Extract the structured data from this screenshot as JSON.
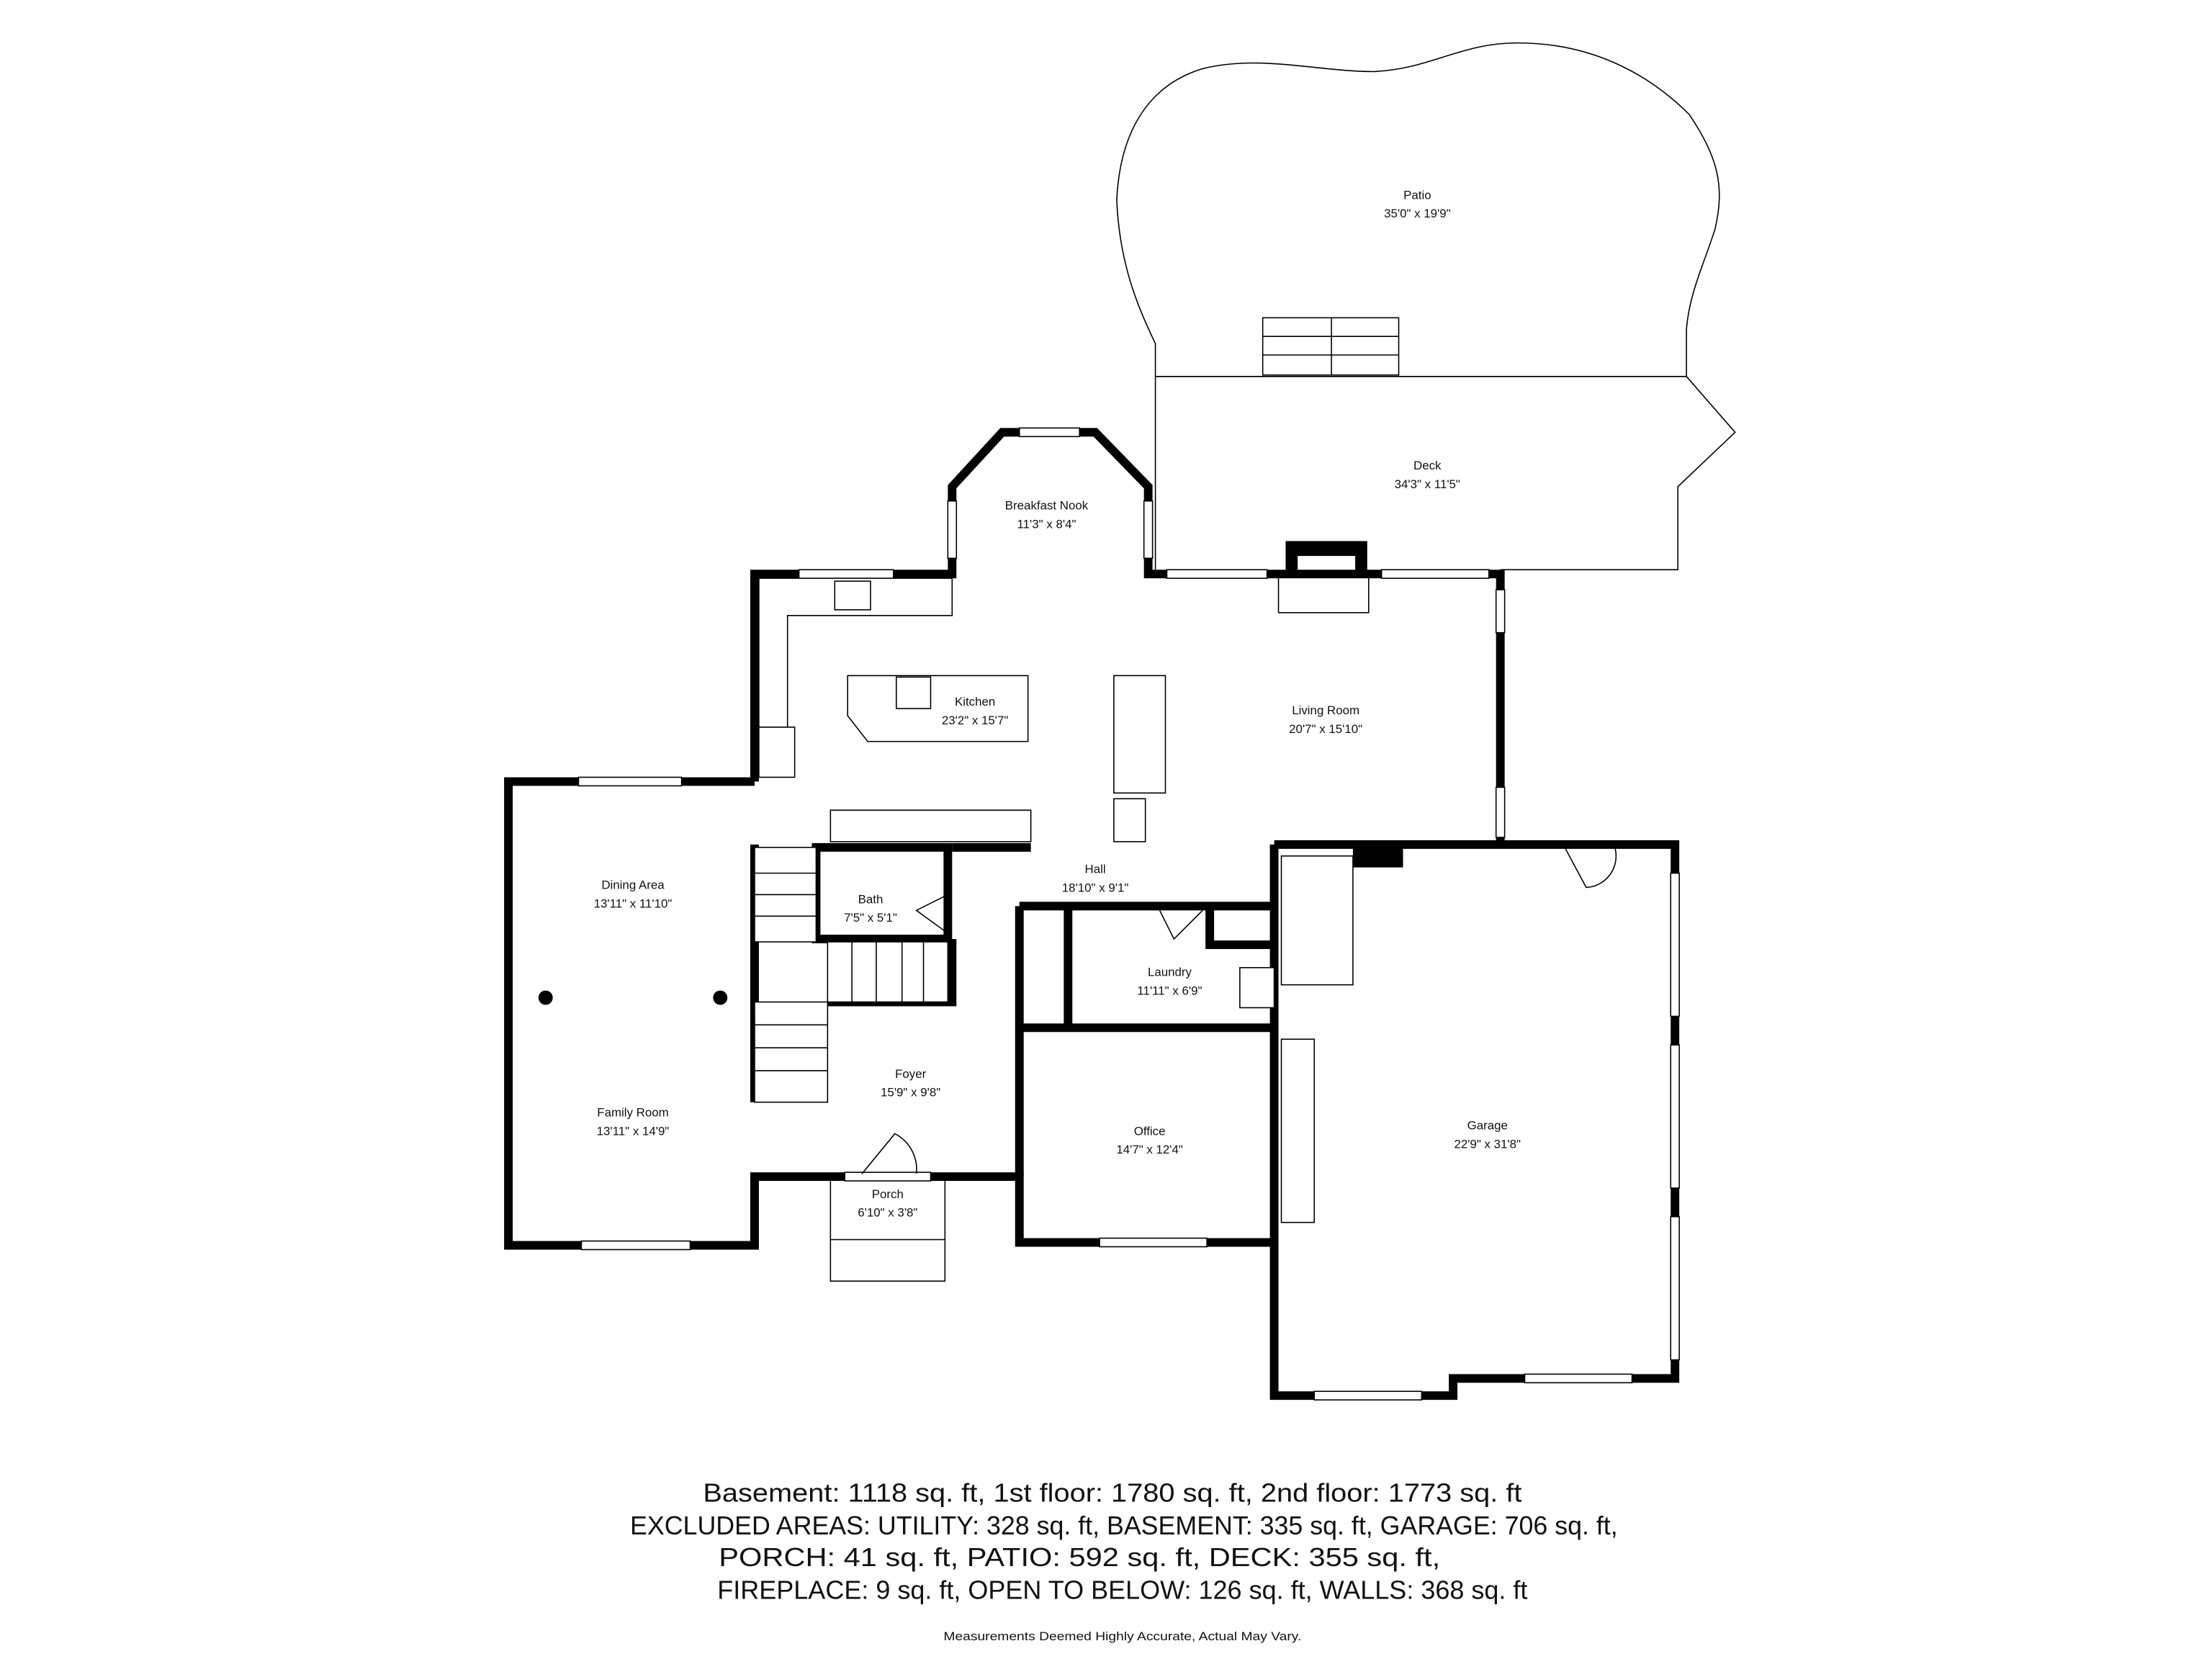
{
  "floorplan": {
    "rooms": {
      "patio": {
        "name": "Patio",
        "dims": "35'0\" x 19'9\""
      },
      "deck": {
        "name": "Deck",
        "dims": "34'3\" x 11'5\""
      },
      "breakfast_nook": {
        "name": "Breakfast Nook",
        "dims": "11'3\" x 8'4\""
      },
      "kitchen": {
        "name": "Kitchen",
        "dims": "23'2\" x 15'7\""
      },
      "living_room": {
        "name": "Living Room",
        "dims": "20'7\" x 15'10\""
      },
      "dining_area": {
        "name": "Dining Area",
        "dims": "13'11\" x 11'10\""
      },
      "hall": {
        "name": "Hall",
        "dims": "18'10\" x 9'1\""
      },
      "bath": {
        "name": "Bath",
        "dims": "7'5\" x 5'1\""
      },
      "laundry": {
        "name": "Laundry",
        "dims": "11'11\" x 6'9\""
      },
      "foyer": {
        "name": "Foyer",
        "dims": "15'9\" x 9'8\""
      },
      "family_room": {
        "name": "Family Room",
        "dims": "13'11\" x 14'9\""
      },
      "office": {
        "name": "Office",
        "dims": "14'7\" x 12'4\""
      },
      "garage": {
        "name": "Garage",
        "dims": "22'9\" x 31'8\""
      },
      "porch": {
        "name": "Porch",
        "dims": "6'10\" x 3'8\""
      }
    }
  },
  "summary": {
    "lines": [
      "Basement: 1118 sq. ft, 1st floor: 1780 sq. ft, 2nd floor: 1773 sq. ft",
      "EXCLUDED AREAS: UTILITY: 328 sq. ft, BASEMENT: 335 sq. ft, GARAGE: 706 sq. ft,",
      "PORCH: 41 sq. ft, PATIO: 592 sq. ft, DECK: 355 sq. ft,",
      "FIREPLACE: 9 sq. ft, OPEN TO BELOW: 126 sq. ft, WALLS: 368 sq. ft"
    ],
    "disclaimer": "Measurements Deemed Highly Accurate, Actual May Vary."
  }
}
